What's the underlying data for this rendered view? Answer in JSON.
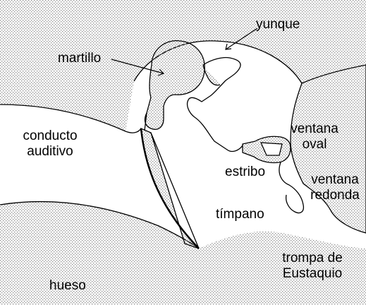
{
  "labels": {
    "martillo": "martillo",
    "yunque": "yunque",
    "conducto_line1": "conducto",
    "conducto_line2": "auditivo",
    "ventana_oval_line1": "ventana",
    "ventana_oval_line2": "oval",
    "estribo": "estribo",
    "ventana_redonda_line1": "ventana",
    "ventana_redonda_line2": "redonda",
    "timpano": "tímpano",
    "trompa_line1": "trompa de",
    "trompa_line2": "Eustaquio",
    "hueso": "hueso"
  },
  "colors": {
    "ink": "#000000",
    "stipple_dot": "#8a8a8a",
    "background": "#ffffff"
  }
}
